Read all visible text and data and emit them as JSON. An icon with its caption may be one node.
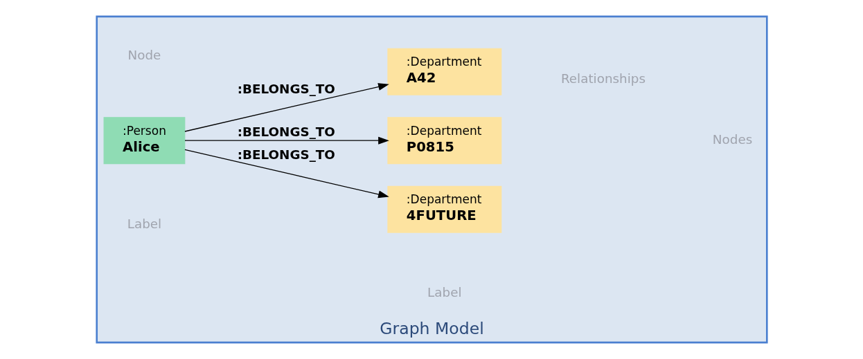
{
  "diagram": {
    "nodes": [
      {
        "text": [
          "Graph Model"
        ]
      },
      {
        "text": [
          ":Person",
          "Alice"
        ],
        "in": 0
      },
      {
        "text": [
          ":Department",
          "4FUTURE"
        ],
        "in": 0
      },
      {
        "text": [
          ":Department",
          "P0815"
        ],
        "in": 0
      },
      {
        "text": [
          ":Department",
          "A42"
        ],
        "in": 0
      }
    ],
    "edges": [
      {
        "from": 1,
        "to": 2,
        "arrow": "to",
        "label": ":BELONGS_TO"
      },
      {
        "from": 1,
        "to": 3,
        "arrow": "to",
        "label": ":BELONGS_TO"
      },
      {
        "from": 1,
        "to": 4,
        "arrow": "to",
        "label": ":BELONGS_TO"
      }
    ],
    "labels": [
      "Label",
      "Label",
      "Node",
      "Relationships",
      "Nodes"
    ]
  }
}
